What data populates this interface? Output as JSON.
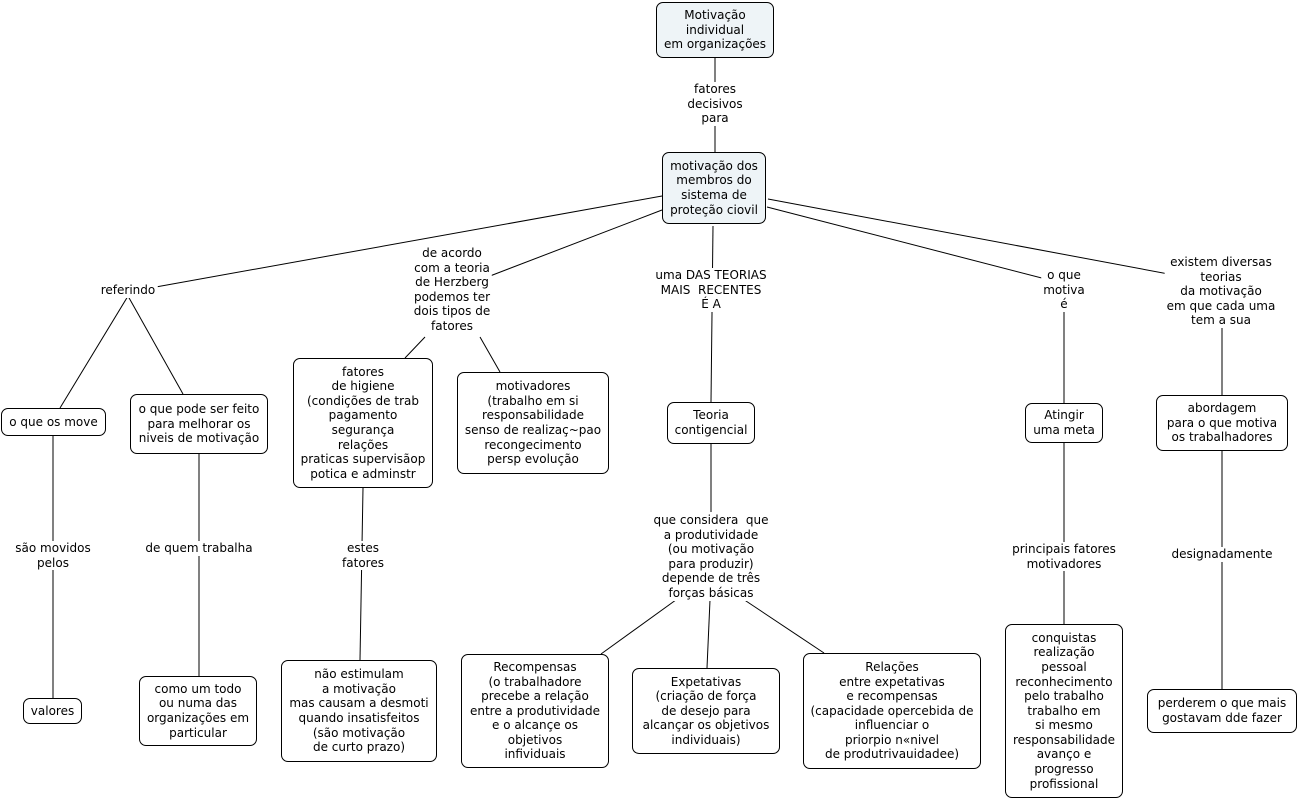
{
  "nodes": {
    "root": "Motivação\nindividual\nem organizações",
    "central": "motivação dos\nmembros do\nsistema de\nproteção ciovil",
    "o_que_os_move": "o que os move",
    "o_que_pode": "o que pode ser feito\npara melhorar os\nniveis de motivação",
    "valores": "valores",
    "como_um_todo": "como um todo\nou numa das\norganizações em\nparticular",
    "higiene": "fatores\nde higiene\n(condições de trab\npagamento\nsegurança\nrelações\npraticas supervisãop\npotica e adminstr",
    "motivadores": "motivadores\n(trabalho em si\nresponsabilidade\nsenso de realizaç~pao\nrecongecimento\npersp evolução",
    "nao_estimulam": "não estimulam\na motivação\nmas causam a desmoti\nquando insatisfeitos\n(são motivação\nde curto prazo)",
    "teoria": "Teoria\ncontigencial",
    "recompensas": "Recompensas\n(o trabalhadore\nprecebe a relação\nentre a produtividade\ne o alcançe os\nobjetivos\ninfividuais",
    "expetativas": "Expetativas\n(criação de força\nde desejo para\nalcançar os objetivos\nindividuais)",
    "relacoes": "Relações\nentre expetativas\ne recompensas\n(capacidade opercebida de\ninfluenciar o\npriorpio n«nivel\nde produtrivauidadee)",
    "atingir": "Atingir\numa meta",
    "conquistas": "conquistas\nrealização\npessoal\nreconhecimento\npelo trabalho\ntrabalho em\nsi mesmo\nresponsabilidade\navanço e\nprogresso\nprofissional",
    "abordagem": "abordagem\npara o que motiva\nos trabalhadores",
    "perderem": "perderem o que mais\ngostavam dde fazer"
  },
  "links": {
    "fatores_decisivos": "fatores\ndecisivos\npara",
    "referindo": "referindo",
    "herzberg": "de acordo\ncom a teoria\nde Herzberg\npodemos ter\ndois tipos de\nfatores",
    "teorias_recentes": "uma DAS TEORIAS\nMAIS  RECENTES\nÉ A",
    "o_que_motiva": "o que\nmotiva\né",
    "diversas": "existem diversas\nteorias\nda motivação\nem que cada uma\ntem a sua",
    "movidos": "são movidos\npelos",
    "de_quem": "de quem trabalha",
    "estes_fatores": "estes\nfatores",
    "considera": "que considera  que\na produtividade\n(ou motivação\npara produzir)\ndepende de três\nforças básicas",
    "principais": "principais fatores\nmotivadores",
    "designadamente": "designadamente"
  }
}
